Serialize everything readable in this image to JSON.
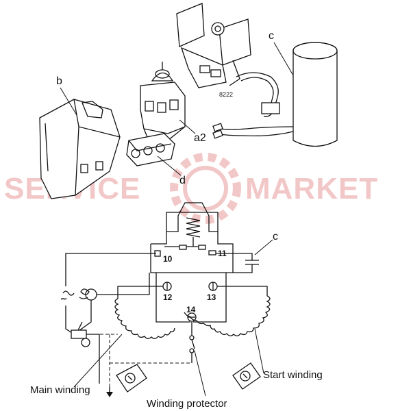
{
  "watermark": {
    "left": "SERVICE",
    "right": "MARKET"
  },
  "part_labels": {
    "b": "b",
    "c_top": "c",
    "a2": "a2",
    "d": "d",
    "part_number": "8222"
  },
  "terminals": {
    "t10": "10",
    "t11": "11",
    "t12": "12",
    "t13": "13",
    "t14": "14"
  },
  "schematic_labels": {
    "capacitor": "c",
    "main_winding": "Main winding",
    "start_winding": "Start winding",
    "winding_protector": "Winding protector"
  },
  "colors": {
    "line": "#111111",
    "watermark": "#f2c7c7"
  }
}
